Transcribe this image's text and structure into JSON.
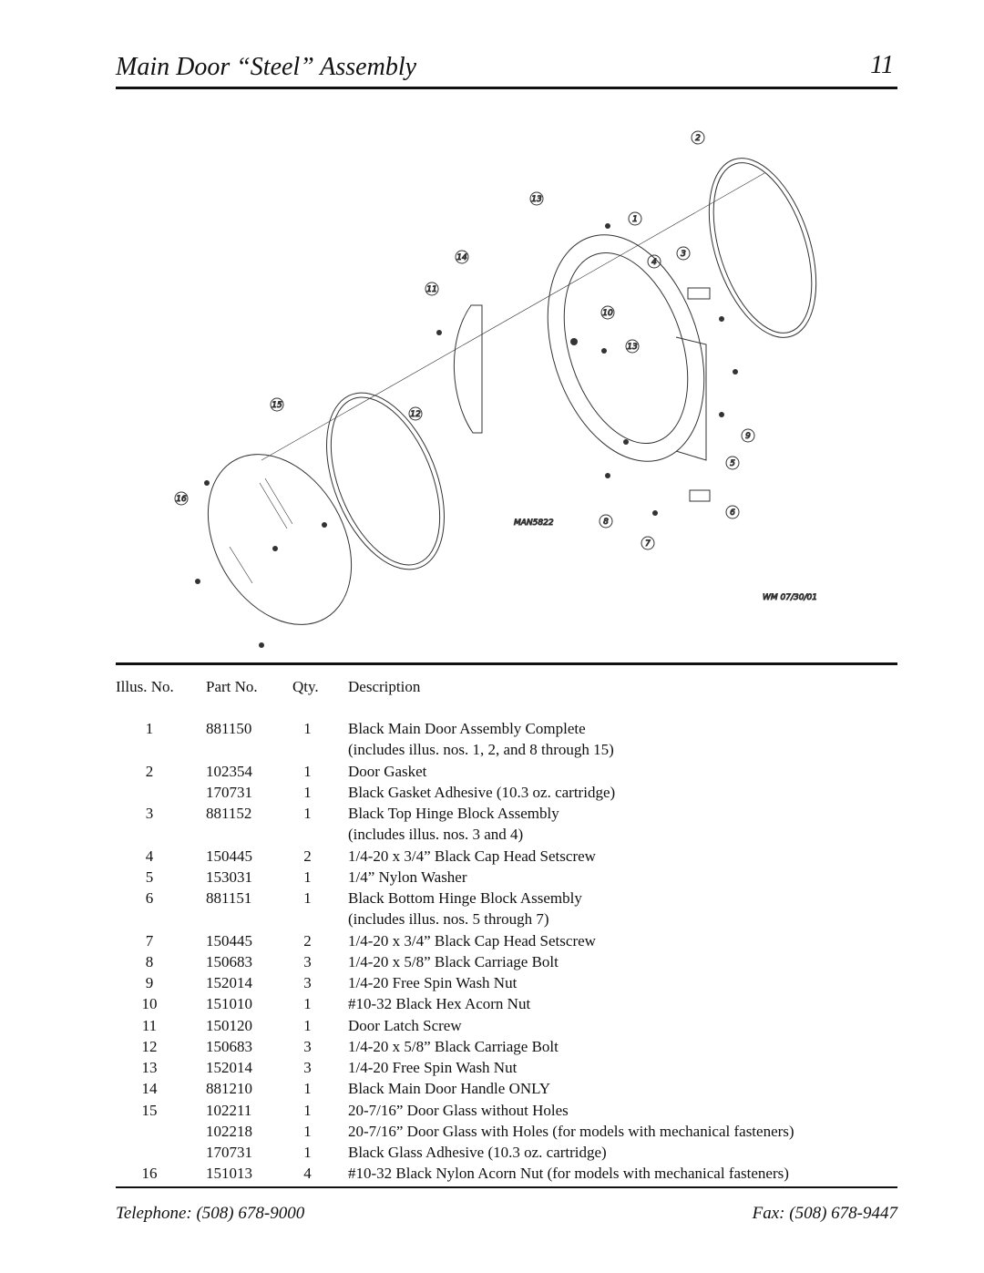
{
  "page": {
    "title": "Main Door “Steel” Assembly",
    "number": "11"
  },
  "diagram": {
    "callouts": [
      "1",
      "2",
      "3",
      "4",
      "5",
      "6",
      "7",
      "8",
      "9",
      "10",
      "11",
      "12",
      "13",
      "14",
      "15",
      "16"
    ],
    "drawing_id": "MAN5822",
    "drawing_date": "WM 07/30/01"
  },
  "table": {
    "headers": {
      "illus": "Illus. No.",
      "part": "Part No.",
      "qty": "Qty.",
      "desc": "Description"
    },
    "rows": [
      {
        "illus": "1",
        "part": "881150",
        "qty": "1",
        "desc": "Black Main Door Assembly Complete"
      },
      {
        "illus": "",
        "part": "",
        "qty": "",
        "desc": "(includes illus. nos. 1, 2, and 8 through 15)"
      },
      {
        "illus": "2",
        "part": "102354",
        "qty": "1",
        "desc": "Door Gasket"
      },
      {
        "illus": "",
        "part": "170731",
        "qty": "1",
        "desc": "Black Gasket Adhesive (10.3 oz. cartridge)"
      },
      {
        "illus": "3",
        "part": "881152",
        "qty": "1",
        "desc": "Black Top Hinge Block Assembly"
      },
      {
        "illus": "",
        "part": "",
        "qty": "",
        "desc": "(includes illus. nos. 3 and 4)"
      },
      {
        "illus": "4",
        "part": "150445",
        "qty": "2",
        "desc": "1/4-20 x 3/4” Black Cap Head Setscrew"
      },
      {
        "illus": "5",
        "part": "153031",
        "qty": "1",
        "desc": "1/4” Nylon Washer"
      },
      {
        "illus": "6",
        "part": "881151",
        "qty": "1",
        "desc": "Black Bottom Hinge Block Assembly"
      },
      {
        "illus": "",
        "part": "",
        "qty": "",
        "desc": "(includes illus. nos. 5 through 7)"
      },
      {
        "illus": "7",
        "part": "150445",
        "qty": "2",
        "desc": "1/4-20 x 3/4” Black Cap Head Setscrew"
      },
      {
        "illus": "8",
        "part": "150683",
        "qty": "3",
        "desc": "1/4-20 x 5/8” Black Carriage Bolt"
      },
      {
        "illus": "9",
        "part": "152014",
        "qty": "3",
        "desc": "1/4-20 Free Spin Wash Nut"
      },
      {
        "illus": "10",
        "part": "151010",
        "qty": "1",
        "desc": "#10-32 Black Hex Acorn Nut"
      },
      {
        "illus": "11",
        "part": "150120",
        "qty": "1",
        "desc": "Door Latch Screw"
      },
      {
        "illus": "12",
        "part": "150683",
        "qty": "3",
        "desc": "1/4-20 x 5/8” Black Carriage Bolt"
      },
      {
        "illus": "13",
        "part": "152014",
        "qty": "3",
        "desc": "1/4-20 Free Spin Wash Nut"
      },
      {
        "illus": "14",
        "part": "881210",
        "qty": "1",
        "desc": "Black Main Door Handle ONLY"
      },
      {
        "illus": "15",
        "part": "102211",
        "qty": "1",
        "desc": "20-7/16” Door Glass without Holes"
      },
      {
        "illus": "",
        "part": "102218",
        "qty": "1",
        "desc": "20-7/16” Door Glass with Holes (for models with mechanical fasteners)"
      },
      {
        "illus": "",
        "part": "170731",
        "qty": "1",
        "desc": "Black Glass Adhesive (10.3 oz. cartridge)"
      },
      {
        "illus": "16",
        "part": "151013",
        "qty": "4",
        "desc": "#10-32 Black Nylon Acorn Nut (for models with mechanical fasteners)"
      }
    ]
  },
  "footer": {
    "telephone": "Telephone: (508) 678-9000",
    "fax": "Fax: (508) 678-9447"
  }
}
